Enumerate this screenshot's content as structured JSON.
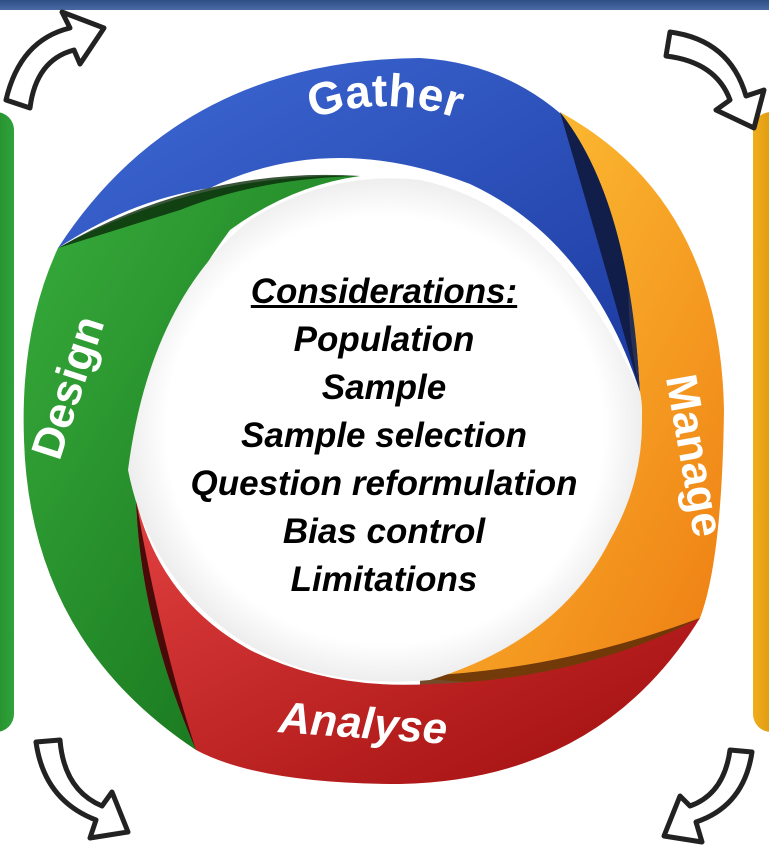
{
  "cycle": {
    "stages": [
      "Gather",
      "Manage",
      "Analyse",
      "Design"
    ],
    "colors": {
      "gather": "#2b51b5",
      "manage": "#f5a11c",
      "analyse": "#c21515",
      "design": "#1a8a22"
    }
  },
  "considerations": {
    "heading": "Considerations:",
    "items": [
      "Population",
      "Sample",
      "Sample selection",
      "Question reformulation",
      "Bias control",
      "Limitations"
    ]
  },
  "icons": [
    "curved-arrow-icon",
    "curved-arrow-icon",
    "curved-arrow-icon",
    "curved-arrow-icon"
  ]
}
